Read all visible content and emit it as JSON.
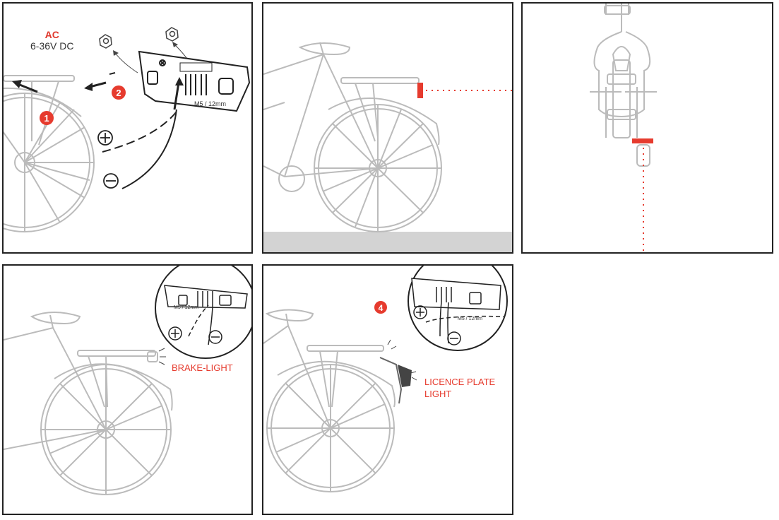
{
  "colors": {
    "accent": "#e63b2e",
    "line": "#bbbbbb",
    "ink": "#222222",
    "ground": "#d3d3d3"
  },
  "panel1": {
    "voltage_ac": "AC",
    "voltage_dc": "6-36V DC",
    "bolt_size": "M5 / 12mm",
    "step_markers": [
      "1",
      "2"
    ],
    "terminal_plus": "plus-terminal",
    "terminal_minus": "minus-terminal"
  },
  "panel2": {
    "ground": "grey-floor"
  },
  "panel3": {
    "view": "rear"
  },
  "panel4": {
    "bolt_size": "M5 / 12mm",
    "label": "BRAKE-LIGHT"
  },
  "panel5": {
    "bolt_size": "M5 / 12mm",
    "step_marker": "4",
    "label_line1": "LICENCE PLATE",
    "label_line2": "LIGHT"
  }
}
